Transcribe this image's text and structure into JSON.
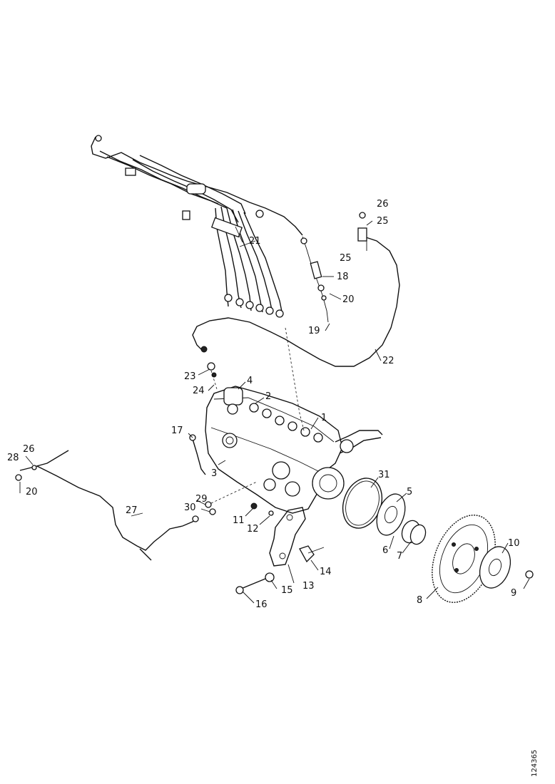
{
  "callouts": {
    "c1": "1",
    "c2": "2",
    "c3": "3",
    "c4": "4",
    "c5": "5",
    "c6": "6",
    "c7": "7",
    "c8": "8",
    "c9": "9",
    "c10": "10",
    "c11": "11",
    "c12": "12",
    "c13": "13",
    "c14": "14",
    "c15": "15",
    "c16": "16",
    "c17": "17",
    "c18": "18",
    "c19": "19",
    "c20a": "20",
    "c20b": "20",
    "c21": "21",
    "c22": "22",
    "c23": "23",
    "c24": "24",
    "c25a": "25",
    "c25b": "25",
    "c26a": "26",
    "c26b": "26",
    "c27": "27",
    "c28": "28",
    "c29": "29",
    "c30": "30",
    "c31": "31"
  },
  "drawing_id": "124365"
}
